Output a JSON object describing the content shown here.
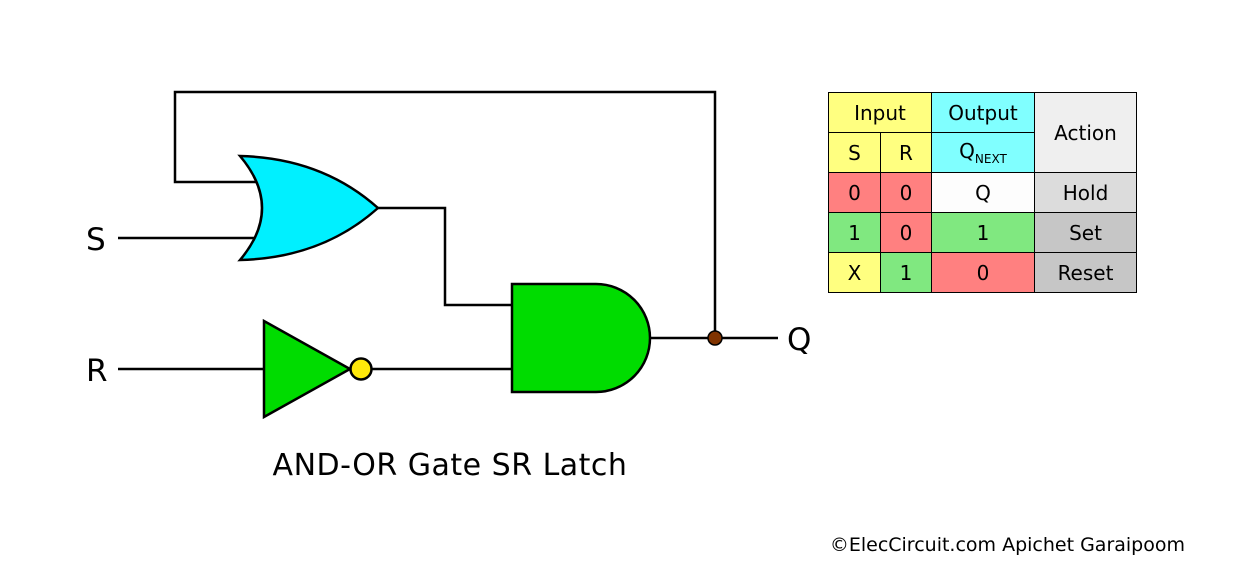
{
  "title": "AND-OR Gate SR Latch",
  "copyright": "©ElecCircuit.com Apichet Garaipoom",
  "circuit": {
    "labels": {
      "s": "S",
      "r": "R",
      "q": "Q"
    },
    "gates": [
      "or-gate",
      "not-gate",
      "and-gate"
    ]
  },
  "truth_table": {
    "header": {
      "input": "Input",
      "output": "Output",
      "action": "Action",
      "s": "S",
      "r": "R",
      "qnext_main": "Q",
      "qnext_sub": "NEXT"
    },
    "rows": [
      {
        "s": "0",
        "r": "0",
        "qnext": "Q",
        "action": "Hold"
      },
      {
        "s": "1",
        "r": "0",
        "qnext": "1",
        "action": "Set"
      },
      {
        "s": "X",
        "r": "1",
        "qnext": "0",
        "action": "Reset"
      }
    ]
  },
  "colors": {
    "gate_cyan": "#00F0FF",
    "gate_green": "#00DC00",
    "bubble_yellow": "#FFE80A",
    "junction_brown": "#803300",
    "cell_yellow": "#FFFF80",
    "cell_cyan": "#80FFFF",
    "cell_red": "#FF8080",
    "cell_green": "#80E880",
    "cell_gray_light": "#DCDCDC",
    "cell_gray": "#C6C6C6",
    "cell_gray_header": "#EFEFEF"
  }
}
